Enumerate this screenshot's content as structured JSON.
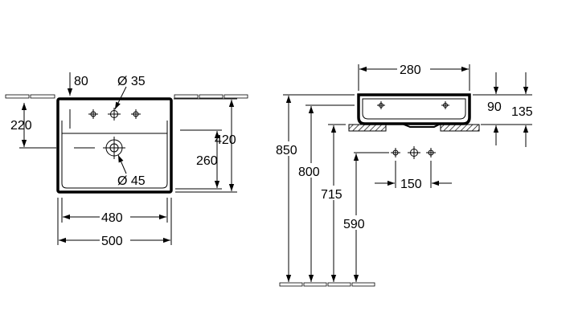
{
  "front_view": {
    "tap_hole_offset": "80",
    "tap_hole_diameter": "Ø 35",
    "tap_hole_height": "220",
    "total_height": "420",
    "drain_height": "260",
    "drain_diameter": "Ø 45",
    "inner_width": "480",
    "outer_width": "500"
  },
  "side_view": {
    "top_width": "280",
    "bowl_depth": "90",
    "total_depth": "135",
    "rim_height": "850",
    "height_800": "800",
    "height_715": "715",
    "height_590": "590",
    "tap_spacing": "150"
  }
}
